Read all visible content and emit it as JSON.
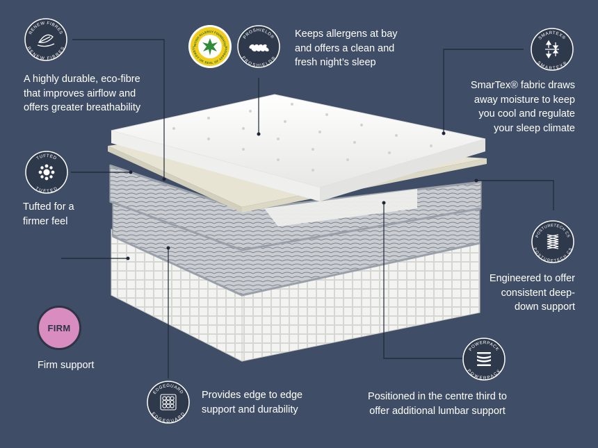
{
  "colors": {
    "background": "#3f4e66",
    "badge_fill": "#2f394c",
    "firm_badge": "#d98cc0",
    "allergy_badge": "#f2cc1b",
    "text": "#ffffff"
  },
  "features": {
    "renew_fibres": {
      "badge_top": "RENEW FIBRES",
      "badge_bottom": "RENEW FIBRES",
      "icon": "leaf-fibre-icon",
      "lines": [
        "A highly durable, eco-fibre",
        "that improves airflow and",
        "offers greater breathability"
      ]
    },
    "tufted": {
      "badge_top": "TUFTED",
      "badge_bottom": "TUFTED",
      "icon": "tuft-rosette-icon",
      "lines": [
        "Tufted for a",
        "firmer feel"
      ]
    },
    "firm": {
      "badge_label": "FIRM",
      "lines": [
        "Firm support"
      ]
    },
    "edgeguard": {
      "badge_top": "EDGEGUARD",
      "badge_bottom": "EDGEGUARD",
      "icon": "spring-grid-icon",
      "lines": [
        "Provides edge to edge",
        "support and durability"
      ]
    },
    "allergy": {
      "badge_top": "BRITISH ALLERGY FOUNDATION",
      "badge_bottom": "ALLERGY UK SEAL OF APPROVAL",
      "icon": "allergy-leaf-icon"
    },
    "proshield": {
      "badge_top": "PROSHIELD®",
      "badge_bottom": "PROSHIELD®",
      "icon": "braid-shield-icon",
      "lines": [
        "Keeps allergens at bay",
        "and offers a clean and",
        "fresh night’s sleep"
      ]
    },
    "smartex": {
      "badge_top": "SMARTEX®",
      "badge_bottom": "SMARTEX®",
      "icon": "airflow-arrows-icon",
      "lines": [
        "SmarTex® fabric draws",
        "away moisture to keep",
        "you cool and regulate",
        "your sleep climate"
      ]
    },
    "posturetech": {
      "badge_top": "POSTURETECH CS",
      "badge_bottom": "POSTURETECH CS",
      "icon": "coil-spring-icon",
      "lines": [
        "Engineered to offer",
        "consistent deep-",
        "down support"
      ]
    },
    "powerpack": {
      "badge_top": "POWERPACK",
      "badge_bottom": "POWERPACK",
      "icon": "layered-pack-icon",
      "lines": [
        "Positioned in the centre third to",
        "offer additional lumbar support"
      ]
    }
  }
}
